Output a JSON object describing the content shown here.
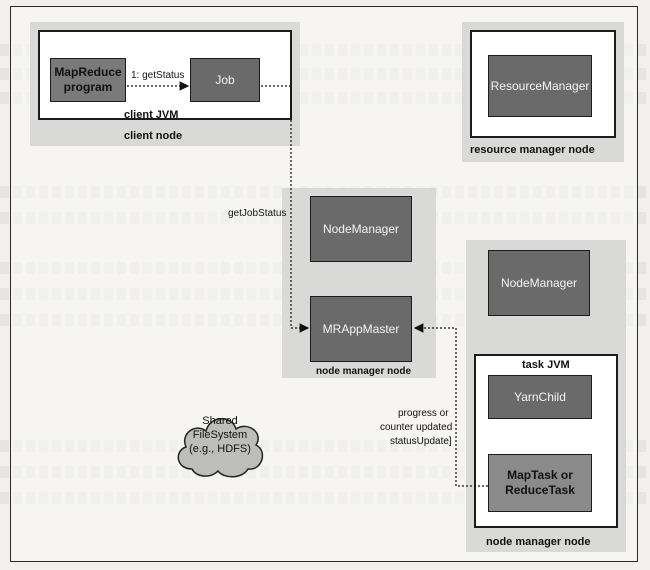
{
  "client_node": {
    "label": "client node",
    "jvm_label": "client JVM",
    "program_label": "MapReduce program",
    "job_label": "Job"
  },
  "resource_manager_node": {
    "label": "resource manager node",
    "resource_manager_label": "ResourceManager"
  },
  "app_master_node": {
    "label": "node manager node",
    "node_manager_label": "NodeManager",
    "app_master_label": "MRAppMaster"
  },
  "task_node": {
    "label": "node manager node",
    "node_manager_label": "NodeManager",
    "jvm_label": "task JVM",
    "child_label": "YarnChild",
    "task_label": "MapTask or ReduceTask"
  },
  "shared_fs": {
    "line1": "Shared",
    "line2": "FileSystem",
    "line3": "(e.g., HDFS)"
  },
  "edges": {
    "get_status": "1: getStatus",
    "get_job_status": "getJobStatus",
    "progress_line1": "progress or",
    "progress_line2": "counter updated",
    "progress_line3": "statusUpdate]"
  },
  "colors": {
    "component_fill": "#6a6a6a",
    "node_fill": "#d9d9d7",
    "jvm_fill": "#ffffff"
  }
}
